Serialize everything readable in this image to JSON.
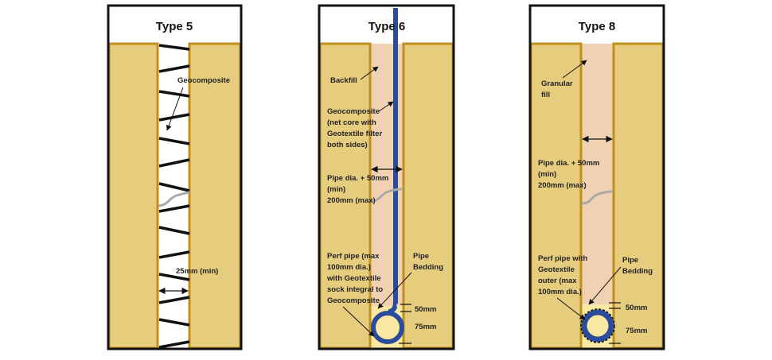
{
  "panels": [
    {
      "title": "Type 5",
      "labels": {
        "geocomposite": "Geocomposite",
        "width": "25mm (min)"
      }
    },
    {
      "title": "Type 6",
      "labels": {
        "backfill": "Backfill",
        "geocomposite": [
          "Geocomposite",
          "(net core with",
          "Geotextile filter",
          "both sides)"
        ],
        "width": [
          "Pipe dia. + 50mm",
          "(min)",
          "200mm (max)"
        ],
        "pipe": [
          "Perf pipe (max",
          "100mm dia.)",
          "with Geotextile",
          "sock integral to",
          "Geocomposite"
        ],
        "bedding": [
          "Pipe",
          "Bedding"
        ],
        "dim_top": "50mm",
        "dim_bottom": "75mm"
      }
    },
    {
      "title": "Type 8",
      "labels": {
        "fill": [
          "Granular",
          "fill"
        ],
        "width": [
          "Pipe dia. + 50mm",
          "(min)",
          "200mm (max)"
        ],
        "pipe": [
          "Perf pipe with",
          "Geotextile",
          "outer (max",
          "100mm dia.)"
        ],
        "bedding": [
          "Pipe",
          "Bedding"
        ],
        "dim_top": "50mm",
        "dim_bottom": "75mm"
      }
    }
  ],
  "colors": {
    "soil": "#e6cd7e",
    "edge": "#c1901c",
    "fill": "#f0d2b2",
    "bedding": "#fbe8a2",
    "pipe": "#2b4b9b"
  }
}
